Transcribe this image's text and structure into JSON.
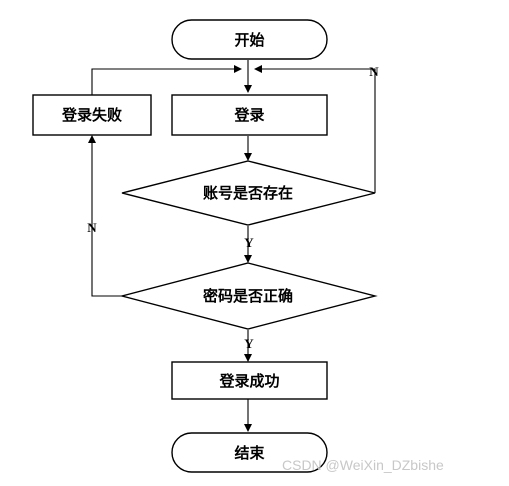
{
  "flowchart": {
    "start": "开始",
    "login": "登录",
    "login_failed": "登录失败",
    "account_exists": "账号是否存在",
    "password_correct": "密码是否正确",
    "login_success": "登录成功",
    "end": "结束",
    "yes_label": "Y",
    "no_label": "N"
  },
  "watermark": "CSDN @WeiXin_DZbishe"
}
